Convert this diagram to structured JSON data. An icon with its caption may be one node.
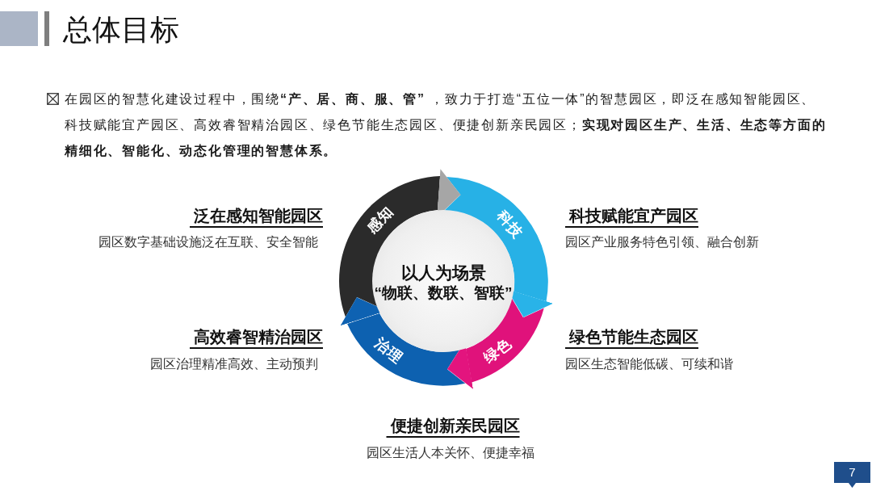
{
  "diagram": {
    "title": "总体目标",
    "nodes": [
      {
        "text": [
          "以人为场景",
          "“物联、数联、智联”"
        ]
      },
      {
        "text": [
          "感知"
        ]
      },
      {
        "text": [
          "科技"
        ]
      },
      {
        "text": [
          "绿色"
        ]
      },
      {
        "text": [
          "治理"
        ]
      }
    ],
    "edges": [
      {
        "from": 1,
        "to": 2,
        "arrow": "to",
        "color": "#a6a6a6"
      },
      {
        "from": 2,
        "to": 3,
        "arrow": "to",
        "color": "#29b3e8"
      },
      {
        "from": 3,
        "to": 4,
        "arrow": "to",
        "color": "#e3147e"
      },
      {
        "from": 4,
        "to": 1,
        "arrow": "to",
        "color": "#0e62b2"
      }
    ],
    "labels": [
      "在园区的智慧化建设过程中，围绕**“产、居、商、服、管”** ，致力于打造“五位一体”的智慧园区，即泛在感知智能园区、科技赋能宜产园区、高效睿智精治园区、绿色节能生态园区、便捷创新亲民园区；**实现对园区生产、生活、生态等方面的精细化、智能化、动态化管理的智慧体系。**",
      "泛在感知智能园区",
      "园区数字基础设施泛在互联、安全智能",
      "科技赋能宜产园区",
      "园区产业服务特色引领、融合创新",
      "高效睿智精治园区",
      "园区治理精准高效、主动预判",
      "绿色节能生态园区",
      "园区生态智能低碳、可续和谐",
      "便捷创新亲民园区",
      "园区生活人本关怀、便捷幸福",
      "7"
    ]
  }
}
